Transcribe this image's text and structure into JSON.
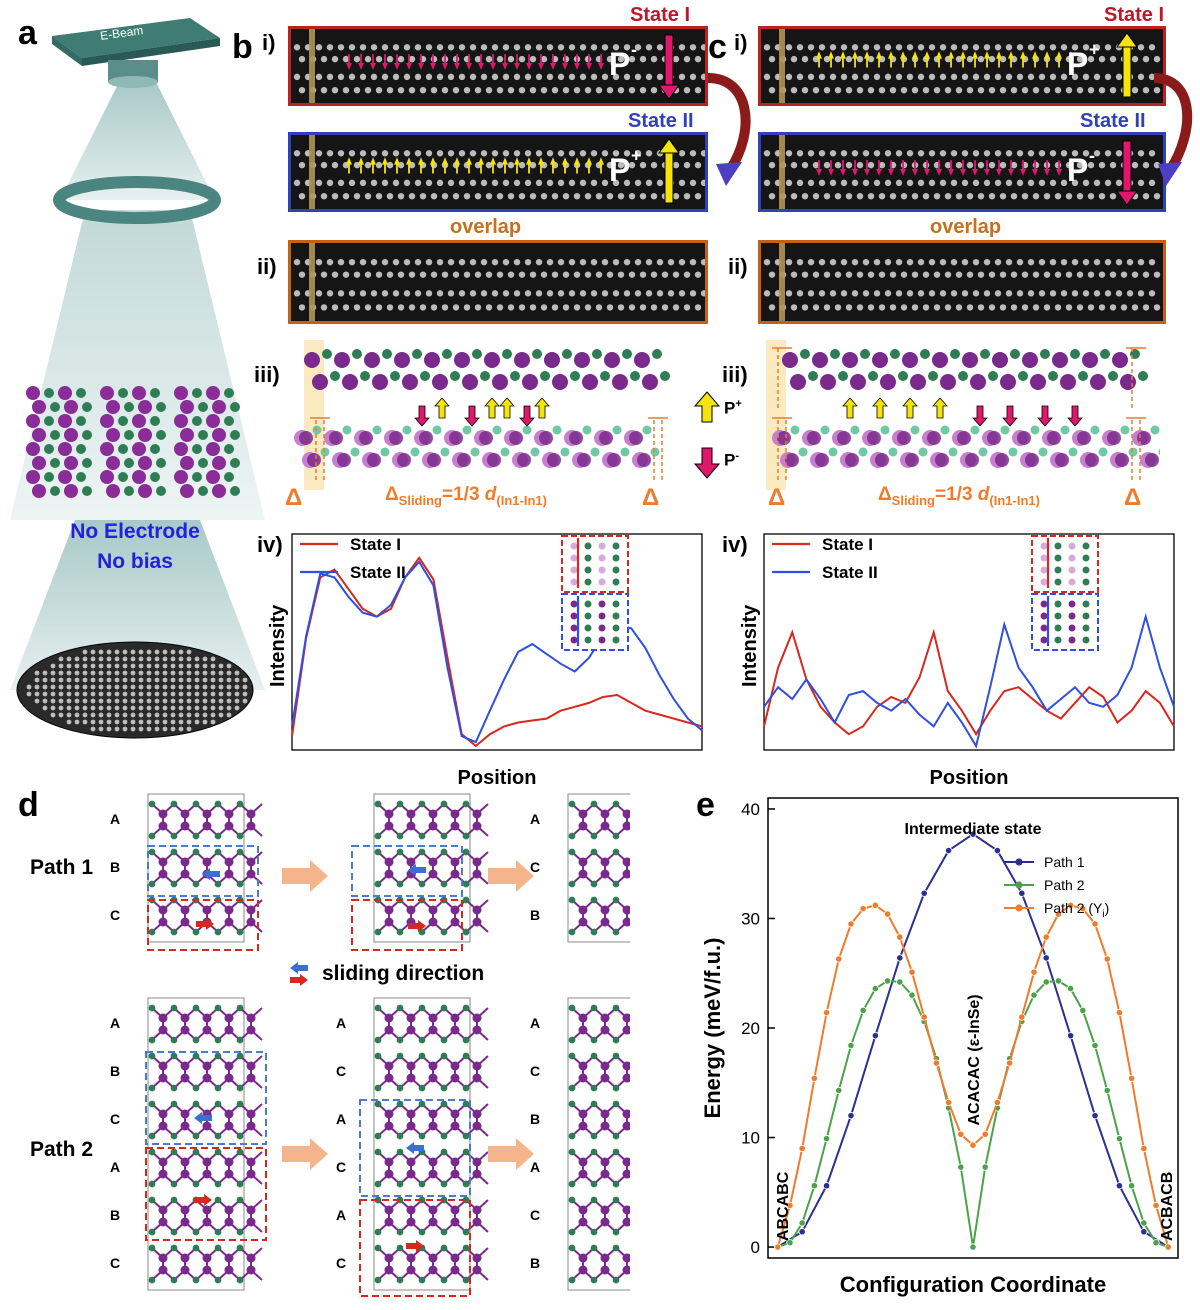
{
  "panels": {
    "a": "a",
    "b": "b",
    "c": "c",
    "d": "d",
    "e": "e"
  },
  "panel_a": {
    "beam_label": "E-Beam",
    "note_line1": "No Electrode",
    "note_line2": "No bias"
  },
  "sub_labels": {
    "i": "i)",
    "ii": "ii)",
    "iii": "iii)",
    "iv": "iv)"
  },
  "stem": {
    "state1": "State I",
    "state2": "State II",
    "overlap": "overlap",
    "p_minus": "P",
    "p_plus": "P",
    "sup_minus": "-",
    "sup_plus": "+"
  },
  "sliding": {
    "delta": "Δ",
    "text_prefix": "Δ",
    "text_sub": "Sliding",
    "text_mid": "=1/3 ",
    "text_d": "d",
    "text_sub2": "(In1-In1)"
  },
  "legend_p": {
    "plus": "P",
    "plus_sup": "+",
    "minus": "P",
    "minus_sup": "-"
  },
  "colors": {
    "red": "#d6281f",
    "blue": "#2f4fe0",
    "purple": "#7a2a8c",
    "green": "#2f7d55",
    "orange": "#f07b2a",
    "yellow": "#f4e40c",
    "magenta": "#e0186c"
  },
  "chart_data": [
    {
      "type": "line",
      "title": "",
      "xlabel": "Position",
      "ylabel": "Intensity",
      "series": [
        {
          "name": "State I",
          "values": [
            0.05,
            0.55,
            0.86,
            0.9,
            0.8,
            0.7,
            0.66,
            0.7,
            0.86,
            0.96,
            0.85,
            0.45,
            0.06,
            0.0,
            0.06,
            0.1,
            0.12,
            0.13,
            0.14,
            0.18,
            0.2,
            0.22,
            0.25,
            0.26,
            0.22,
            0.18,
            0.16,
            0.14,
            0.12,
            0.1
          ]
        },
        {
          "name": "State II",
          "values": [
            0.1,
            0.56,
            0.88,
            0.86,
            0.76,
            0.68,
            0.66,
            0.72,
            0.86,
            0.94,
            0.82,
            0.4,
            0.05,
            0.02,
            0.18,
            0.34,
            0.48,
            0.52,
            0.47,
            0.42,
            0.38,
            0.45,
            0.56,
            0.62,
            0.6,
            0.5,
            0.36,
            0.24,
            0.14,
            0.08
          ]
        }
      ]
    },
    {
      "type": "line",
      "title": "",
      "xlabel": "Position",
      "ylabel": "Intensity",
      "series": [
        {
          "name": "State I",
          "values": [
            0.1,
            0.4,
            0.58,
            0.34,
            0.2,
            0.12,
            0.06,
            0.1,
            0.2,
            0.25,
            0.22,
            0.35,
            0.58,
            0.28,
            0.18,
            0.06,
            0.18,
            0.28,
            0.3,
            0.24,
            0.18,
            0.14,
            0.22,
            0.3,
            0.25,
            0.12,
            0.18,
            0.28,
            0.22,
            0.1
          ]
        },
        {
          "name": "State II",
          "values": [
            0.2,
            0.3,
            0.24,
            0.34,
            0.24,
            0.12,
            0.26,
            0.28,
            0.22,
            0.18,
            0.24,
            0.16,
            0.1,
            0.22,
            0.12,
            0.0,
            0.3,
            0.62,
            0.4,
            0.3,
            0.18,
            0.24,
            0.3,
            0.22,
            0.2,
            0.26,
            0.4,
            0.66,
            0.4,
            0.2
          ]
        }
      ]
    },
    {
      "type": "line",
      "title": "",
      "annotations": [
        "Intermediate state",
        "ACACAC (ε-InSe)",
        "ABCABC",
        "ACBACB"
      ],
      "xlabel": "Configuration Coordinate",
      "ylabel": "Energy (meV/f.u.)",
      "ylim": [
        0,
        40
      ],
      "yticks": [
        0,
        10,
        20,
        30,
        40
      ],
      "series": [
        {
          "name": "Path 1",
          "x": [
            0,
            1,
            2,
            3,
            4,
            5,
            6,
            7,
            8,
            9,
            10,
            11,
            12,
            13,
            14,
            15,
            16
          ],
          "values": [
            0,
            1.4,
            5.6,
            12.0,
            19.3,
            26.4,
            32.3,
            36.2,
            37.7,
            36.2,
            32.3,
            26.4,
            19.3,
            12.0,
            5.6,
            1.4,
            0
          ]
        },
        {
          "name": "Path 2",
          "x": [
            0,
            0.5,
            1,
            1.5,
            2,
            2.5,
            3,
            3.5,
            4,
            4.5,
            5,
            5.5,
            6,
            6.5,
            7,
            7.5,
            8,
            8.5,
            9,
            9.5,
            10,
            10.5,
            11,
            11.5,
            12,
            12.5,
            13,
            13.5,
            14,
            14.5,
            15,
            15.5,
            16
          ],
          "values": [
            0,
            0.4,
            2.2,
            5.6,
            9.9,
            14.3,
            18.4,
            21.6,
            23.6,
            24.3,
            24.2,
            23.0,
            20.6,
            17.2,
            12.7,
            7.3,
            0,
            7.3,
            12.7,
            17.2,
            20.6,
            23.0,
            24.2,
            24.3,
            23.6,
            21.6,
            18.4,
            14.3,
            9.9,
            5.6,
            2.2,
            0.4,
            0
          ]
        },
        {
          "name": "Path 2 (Y",
          "name_sub": "i",
          "name_end": ")",
          "x": [
            0,
            0.5,
            1,
            1.5,
            2,
            2.5,
            3,
            3.5,
            4,
            4.5,
            5,
            5.5,
            6,
            6.5,
            7,
            7.5,
            8,
            8.5,
            9,
            9.5,
            10,
            10.5,
            11,
            11.5,
            12,
            12.5,
            13,
            13.5,
            14,
            14.5,
            15,
            15.5,
            16
          ],
          "values": [
            0,
            3.8,
            9.0,
            15.4,
            21.4,
            26.3,
            29.5,
            30.9,
            31.2,
            30.4,
            28.3,
            25.1,
            21.0,
            16.8,
            13.2,
            10.3,
            9.3,
            10.3,
            13.2,
            16.8,
            21.0,
            25.1,
            28.3,
            30.4,
            31.2,
            30.9,
            29.5,
            26.3,
            21.4,
            15.4,
            9.0,
            3.8,
            0
          ]
        }
      ]
    }
  ],
  "panel_d": {
    "path1": "Path 1",
    "path2": "Path 2",
    "sliding_direction": "sliding direction",
    "p1_s1": [
      "A",
      "B",
      "C"
    ],
    "p1_s3": [
      "A",
      "C",
      "B"
    ],
    "p2_s1": [
      "A",
      "B",
      "C",
      "A",
      "B",
      "C"
    ],
    "p2_s2": [
      "A",
      "C",
      "A",
      "C",
      "A",
      "C"
    ],
    "p2_s3": [
      "A",
      "C",
      "B",
      "A",
      "C",
      "B"
    ]
  }
}
